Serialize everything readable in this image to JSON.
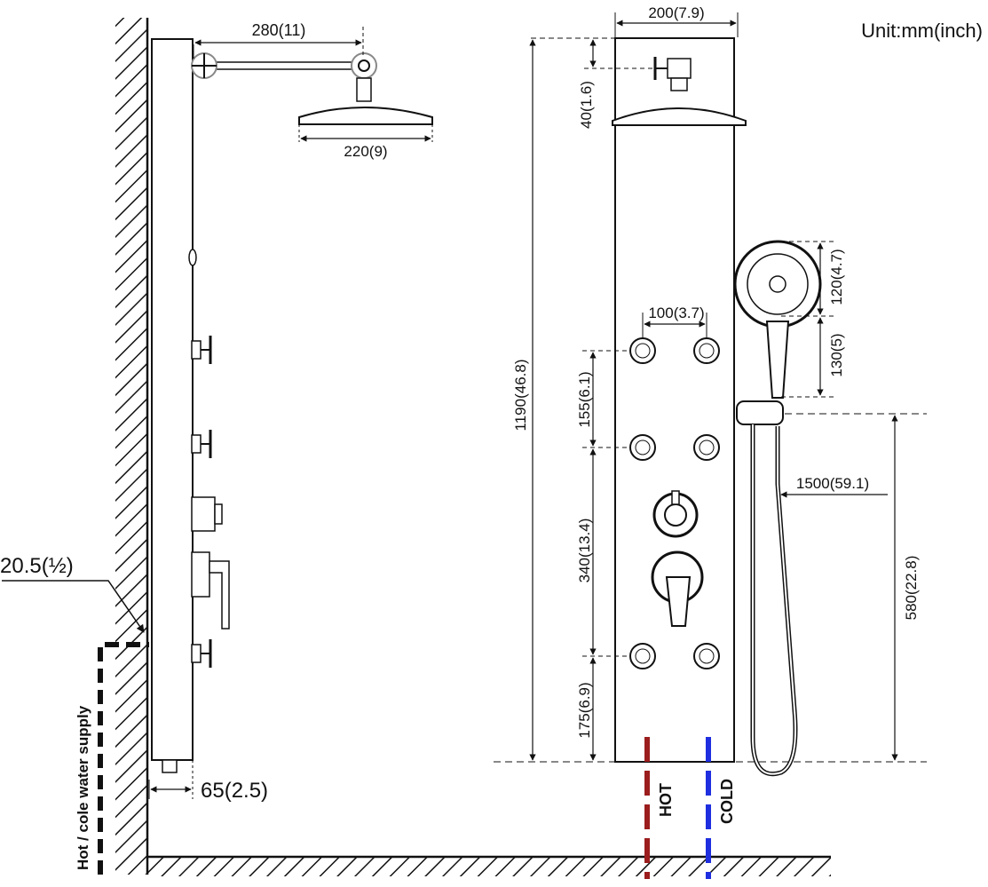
{
  "unit_label": "Unit:mm(inch)",
  "side_view": {
    "arm_length": "280(11)",
    "head_diameter": "220(9)",
    "pipe_size": "20.5(½)",
    "wall_gap": "65(2.5)",
    "supply_label": "Hot / cole water supply"
  },
  "front_view": {
    "panel_width": "200(7.9)",
    "total_height": "1190(46.8)",
    "head_offset": "40(1.6)",
    "jet_spacing": "100(3.7)",
    "jet_row_gap_top": "155(6.1)",
    "jet_row_gap_mid": "340(13.4)",
    "jet_bottom": "175(6.9)",
    "handheld_head": "120(4.7)",
    "handheld_handle": "130(5)",
    "hose_length": "1500(59.1)",
    "holder_height": "580(22.8)",
    "hot_label": "HOT",
    "cold_label": "COLD"
  },
  "colors": {
    "hot_line": "#9b1d1d",
    "cold_line": "#1f2fe0",
    "ink": "#111111"
  }
}
